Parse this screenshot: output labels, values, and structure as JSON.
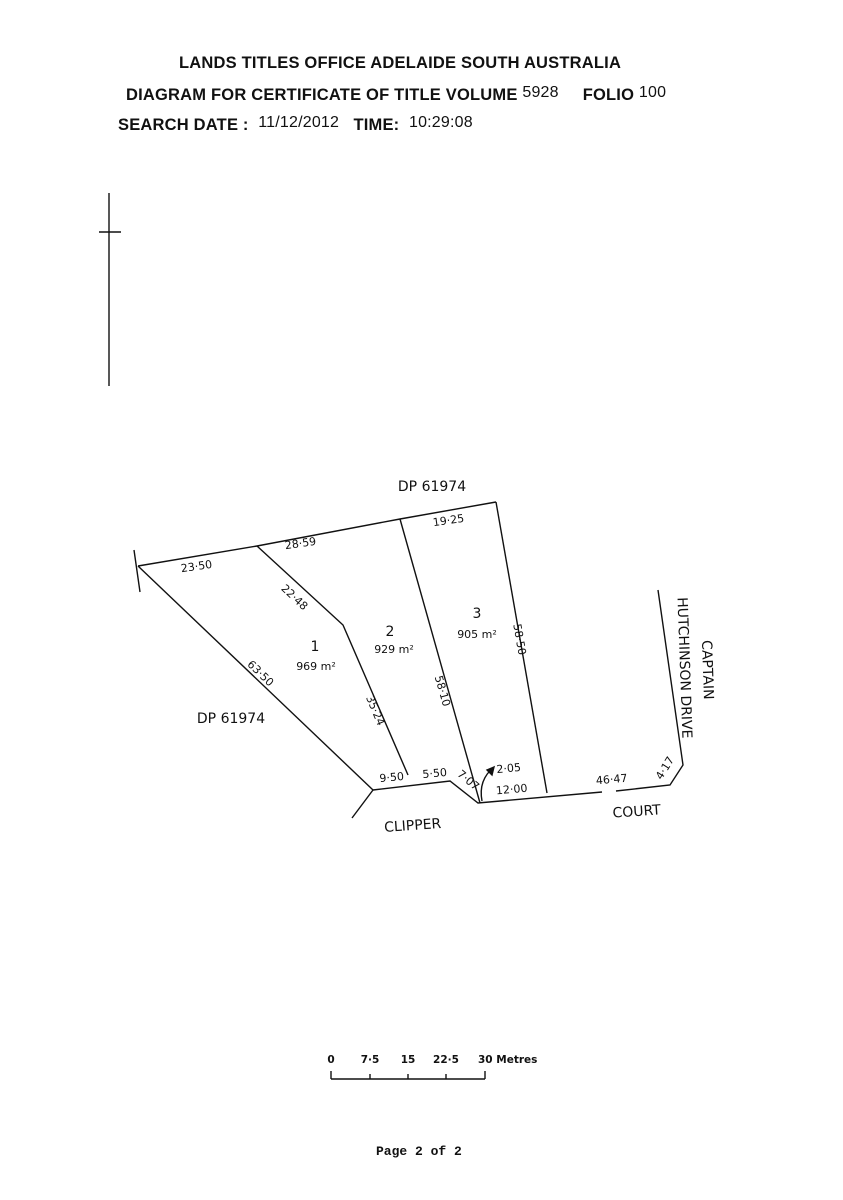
{
  "header": {
    "office": "LANDS TITLES OFFICE  ADELAIDE  SOUTH AUSTRALIA",
    "diagram_label": "DIAGRAM FOR CERTIFICATE OF TITLE VOLUME",
    "volume": "5928",
    "folio_label": "FOLIO",
    "folio": "100",
    "search_date_label": "SEARCH DATE :",
    "search_date": "11/12/2012",
    "time_label": "TIME:",
    "time": "10:29:08"
  },
  "plan": {
    "adjoining_top": "DP 61974",
    "adjoining_left": "DP 61974",
    "lots": [
      {
        "number": "1",
        "area": "969 m²"
      },
      {
        "number": "2",
        "area": "929 m²"
      },
      {
        "number": "3",
        "area": "905 m²"
      }
    ],
    "dimensions": {
      "d1": "23·50",
      "d2": "28·59",
      "d3": "19·25",
      "d4": "22·48",
      "d5": "63·50",
      "d6": "35·24",
      "d7": "58·10",
      "d8": "58·50",
      "d9": "9·50",
      "d10": "5·50",
      "d11": "7·07",
      "d12": "2·05",
      "d13": "12·00",
      "d14": "46·47",
      "d15": "4·17"
    },
    "streets": {
      "clipper": "CLIPPER",
      "court": "COURT",
      "captain": "CAPTAIN",
      "hutchinson": "HUTCHINSON DRIVE"
    }
  },
  "scale_bar": {
    "ticks": [
      "0",
      "7·5",
      "15",
      "22·5",
      "30 Metres"
    ]
  },
  "footer": {
    "page": "Page 2 of 2"
  }
}
